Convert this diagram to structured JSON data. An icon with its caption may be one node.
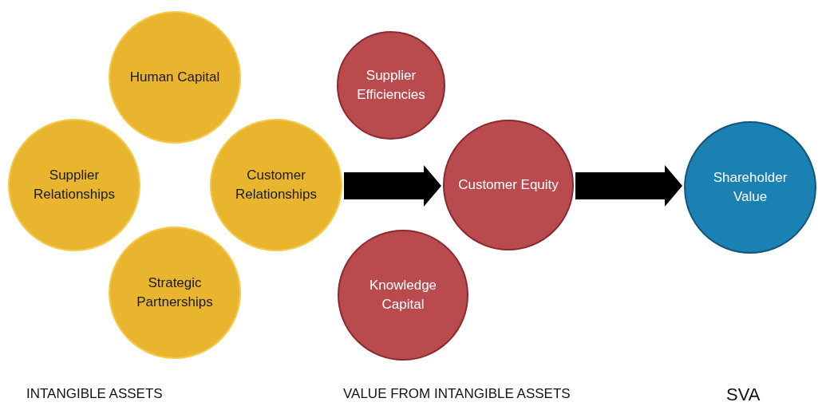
{
  "diagram": {
    "nodes": [
      {
        "text": [
          "Human Capital"
        ]
      },
      {
        "text": [
          "Supplier Relationships"
        ]
      },
      {
        "text": [
          "Customer Relationships"
        ]
      },
      {
        "text": [
          "Strategic Partnerships"
        ]
      },
      {
        "text": [
          "Supplier Efficiencies"
        ]
      },
      {
        "text": [
          "Customer Equity"
        ]
      },
      {
        "text": [
          "Knowledge Capital"
        ]
      },
      {
        "text": [
          "Shareholder Value"
        ]
      }
    ],
    "edges": [
      {
        "from": 2,
        "to": 5,
        "arrow": "to",
        "style": "thick"
      },
      {
        "from": 5,
        "to": 7,
        "arrow": "to",
        "style": "thick"
      }
    ],
    "labels": [
      "INTANGIBLE ASSETS",
      "VALUE FROM INTANGIBLE ASSETS",
      "SVA"
    ]
  }
}
